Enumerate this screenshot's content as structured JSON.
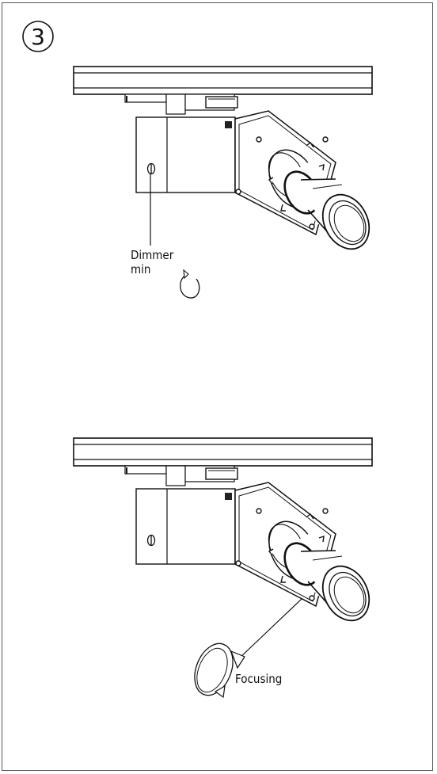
{
  "step": {
    "number": "3"
  },
  "figure_top": {
    "callout_line1": "Dimmer",
    "callout_line2": "min",
    "arrow_icon": "rotate-counterclockwise-arrow-icon"
  },
  "figure_bottom": {
    "callout": "Focusing",
    "arrow_icon": "rotate-lens-arrow-icon"
  },
  "colors": {
    "line": "#111111",
    "frame": "#555555",
    "background": "#ffffff"
  }
}
